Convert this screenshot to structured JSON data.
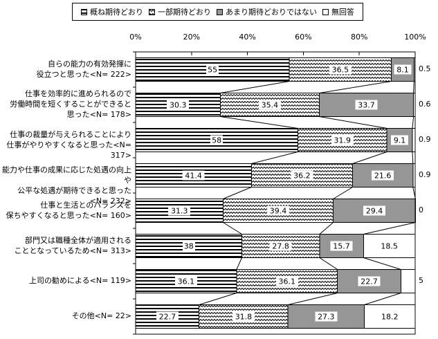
{
  "legend": {
    "items": [
      {
        "label": "概ね期待どおり",
        "swatch": "h-stripes"
      },
      {
        "label": "一部期待どおり",
        "swatch": "zigzag"
      },
      {
        "label": "あまり期待どおりではない",
        "swatch": "solid-gray"
      },
      {
        "label": "無回答",
        "swatch": "white"
      }
    ]
  },
  "colors": {
    "gray": "#969696",
    "border": "#000000",
    "background": "#ffffff"
  },
  "chart_data": {
    "type": "bar",
    "subtype": "horizontal-stacked",
    "title": "",
    "grid": false,
    "legend_position": "top",
    "x_axis": {
      "position": "top",
      "tick_labels": [
        "0%",
        "20%",
        "40%",
        "60%",
        "80%",
        "100%"
      ],
      "range": [
        0,
        100
      ]
    },
    "categories": [
      "自らの能力の有効発揮に\n役立つと思った<N= 222>",
      "仕事を効率的に進められるので\n労働時間を短くすることができると\n思った<N= 178>",
      "仕事の裁量が与えられることにより\n仕事がやりやすくなると思った<N= 317>",
      "能力や仕事の成果に応じた処遇の向上や\n公平な処遇が期待できると思った<N= 232>",
      "仕事と生活とのバランスを\n保ちやすくなると思った<N= 160>",
      "部門又は職種全体が適用される\nこととなっているため<N= 313>",
      "上司の勧めによる<N= 119>",
      "その他<N= 22>"
    ],
    "series": [
      {
        "name": "概ね期待どおり",
        "pattern": "h-stripes",
        "values": [
          55,
          30.3,
          58,
          41.4,
          31.3,
          38,
          36.1,
          22.7
        ]
      },
      {
        "name": "一部期待どおり",
        "pattern": "zigzag",
        "values": [
          36.5,
          35.4,
          31.9,
          36.2,
          39.4,
          27.8,
          36.1,
          31.8
        ]
      },
      {
        "name": "あまり期待どおりではない",
        "pattern": "solid-gray",
        "color": "#969696",
        "values": [
          8.1,
          33.7,
          9.1,
          21.6,
          29.4,
          15.7,
          22.7,
          27.3
        ]
      },
      {
        "name": "無回答",
        "pattern": "white",
        "values": [
          0.5,
          0.6,
          0.9,
          0.9,
          0,
          18.5,
          5,
          18.2
        ]
      }
    ]
  }
}
